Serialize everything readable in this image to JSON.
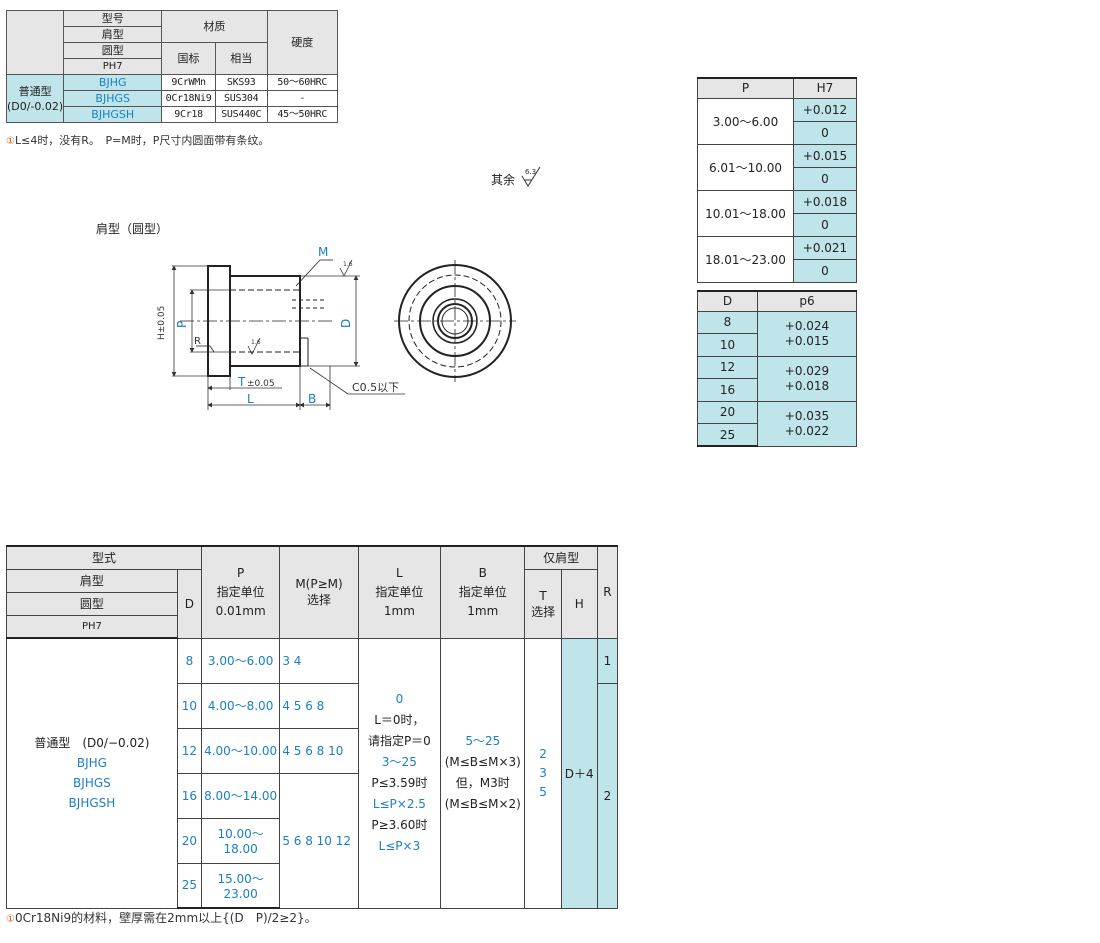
{
  "material_table": {
    "hdr_model": "型号",
    "hdr_shoulder": "肩型",
    "hdr_round": "圆型",
    "hdr_ph7": "PH7",
    "hdr_material": "材质",
    "hdr_national": "国标",
    "hdr_equivalent": "相当",
    "hdr_hardness": "硬度",
    "type_label_1": "普通型",
    "type_label_2": "(D0/-0.02)",
    "rows": [
      {
        "model": "BJHG",
        "national": "9CrWMn",
        "equivalent": "SKS93",
        "hardness": "50～60HRC"
      },
      {
        "model": "BJHGS",
        "national": "0Cr18Ni9",
        "equivalent": "SUS304",
        "hardness": "-"
      },
      {
        "model": "BJHGSH",
        "national": "9Cr18",
        "equivalent": "SUS440C",
        "hardness": "45～50HRC"
      }
    ],
    "note_mark": "①",
    "note": "L≤4时，没有R。　P=M时，P尺寸内圆面带有条纹。"
  },
  "rest_note": "其余",
  "roughness_main": "6.3",
  "drawing": {
    "title": "肩型（圆型）",
    "label_M": "M",
    "label_P": "P",
    "label_D": "D",
    "label_H": "H±0.05",
    "label_R": "R",
    "label_T": "T",
    "label_T_tol": "±0.05",
    "label_L": "L",
    "label_B": "B",
    "label_chamfer": "C0.5以下",
    "roughness_small": "1.6"
  },
  "tolerance_h7": {
    "hdr_p": "P",
    "hdr_h7": "H7",
    "rows": [
      {
        "range": "3.00～6.00",
        "upper": "+0.012",
        "lower": "0"
      },
      {
        "range": "6.01～10.00",
        "upper": "+0.015",
        "lower": "0"
      },
      {
        "range": "10.01～18.00",
        "upper": "+0.018",
        "lower": "0"
      },
      {
        "range": "18.01～23.00",
        "upper": "+0.021",
        "lower": "0"
      }
    ]
  },
  "tolerance_p6": {
    "hdr_d": "D",
    "hdr_p6": "p6",
    "rows": [
      {
        "d1": "8",
        "d2": "10",
        "upper": "+0.024",
        "lower": "+0.015"
      },
      {
        "d1": "12",
        "d2": "16",
        "upper": "+0.029",
        "lower": "+0.018"
      },
      {
        "d1": "20",
        "d2": "25",
        "upper": "+0.035",
        "lower": "+0.022"
      }
    ]
  },
  "spec_table": {
    "hdr_style": "型式",
    "hdr_shoulder": "肩型",
    "hdr_round": "圆型",
    "hdr_ph7": "PH7",
    "hdr_d": "D",
    "hdr_p": "P",
    "hdr_p_unit_1": "指定单位",
    "hdr_p_unit_2": "0.01mm",
    "hdr_m_1": "M(P≥M)",
    "hdr_m_2": "选择",
    "hdr_l": "L",
    "hdr_l_unit_1": "指定单位",
    "hdr_l_unit_2": "1mm",
    "hdr_b": "B",
    "hdr_b_unit_1": "指定单位",
    "hdr_b_unit_2": "1mm",
    "hdr_shoulder_only": "仅肩型",
    "hdr_t_1": "T",
    "hdr_t_2": "选择",
    "hdr_h": "H",
    "hdr_r": "R",
    "type_label": "普通型　(D0/−0.02)",
    "models": [
      "BJHG",
      "BJHGS",
      "BJHGSH"
    ],
    "rows": [
      {
        "d": "8",
        "p": "3.00～6.00"
      },
      {
        "d": "10",
        "p": "4.00～8.00"
      },
      {
        "d": "12",
        "p": "4.00～10.00"
      },
      {
        "d": "16",
        "p": "8.00～14.00"
      },
      {
        "d": "20",
        "p": "10.00～18.00"
      },
      {
        "d": "25",
        "p": "15.00～23.00"
      }
    ],
    "m_values": [
      "3 4",
      "4 5 6 8",
      "4 5 6 8 10",
      "5 6 8 10 12"
    ],
    "l_lines": [
      "0",
      "L＝0时，",
      "请指定P＝0",
      "3～25",
      "P≤3.59时",
      "L≤P×2.5",
      "P≥3.60时",
      "L≤P×3"
    ],
    "b_lines": [
      "5～25",
      "(M≤B≤M×3)",
      "但，M3时",
      "(M≤B≤M×2)"
    ],
    "t_values": [
      "2",
      "3",
      "5"
    ],
    "h_value": "D＋4",
    "r_values": [
      "1",
      "2"
    ],
    "note_mark": "①",
    "note": "0Cr18Ni9的材料，壁厚需在2mm以上{(D　P)/2≥2}。"
  }
}
